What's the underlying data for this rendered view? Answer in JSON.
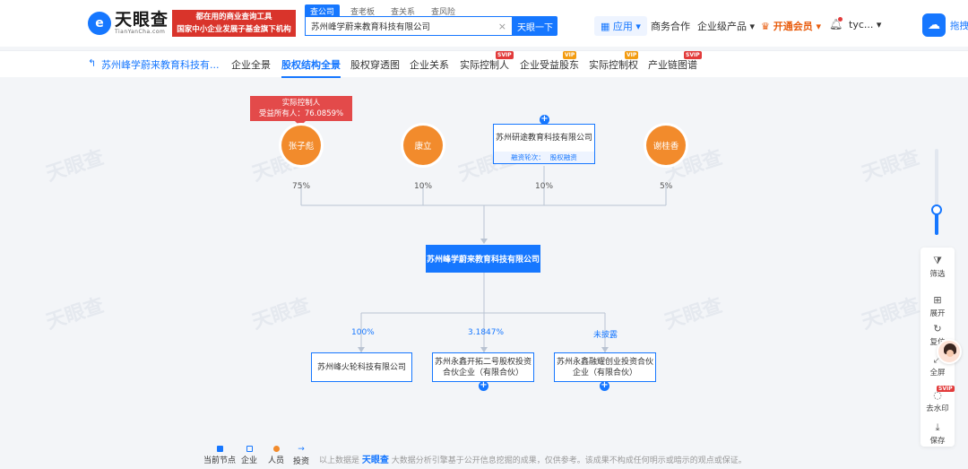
{
  "header": {
    "logo_mark": "e",
    "logo_cn": "天眼查",
    "logo_en": "TianYanCha.com",
    "slogan_line1": "都在用的商业查询工具",
    "slogan_line2": "国家中小企业发展子基金旗下机构",
    "search_tabs": [
      "查公司",
      "查老板",
      "查关系",
      "查风险"
    ],
    "search_value": "苏州峰学蔚来教育科技有限公司",
    "search_clear": "×",
    "search_button": "天眼一下",
    "nav_apps": "应用",
    "nav_business": "商务合作",
    "nav_enterprise": "企业级产品",
    "nav_vip": "开通会员",
    "user": "tyc...",
    "app_download": "拖拽至"
  },
  "subnav": {
    "back_icon": "↰",
    "company": "苏州峰学蔚来教育科技有...",
    "tabs": [
      "企业全景",
      "股权结构全景",
      "股权穿透图",
      "企业关系",
      "实际控制人",
      "企业受益股东",
      "实际控制权",
      "产业链图谱"
    ],
    "badges": {
      "svip": "SVIP",
      "vip": "VIP"
    }
  },
  "graph": {
    "controller_tag_line1": "实际控制人",
    "controller_tag_line2": "受益所有人：76.0859%",
    "shareholders": [
      {
        "name": "张子彪",
        "type": "person",
        "pct": "75%"
      },
      {
        "name": "康立",
        "type": "person",
        "pct": "10%"
      },
      {
        "name": "苏州研途教育科技有限公司",
        "type": "company",
        "pct": "10%",
        "round_label": "融资轮次：",
        "round_value": "股权融资"
      },
      {
        "name": "谢桂香",
        "type": "person",
        "pct": "5%"
      }
    ],
    "center": "苏州峰学蔚来教育科技有限公司",
    "investments": [
      {
        "name": "苏州峰火轮科技有限公司",
        "pct": "100%"
      },
      {
        "name_line1": "苏州永鑫开拓二号股权投资",
        "name_line2": "合伙企业（有限合伙）",
        "pct": "3.1847%"
      },
      {
        "name_line1": "苏州永鑫融耀创业投资合伙",
        "name_line2": "企业（有限合伙）",
        "pct": "未披露"
      }
    ],
    "plus": "+"
  },
  "tools": {
    "filter": "筛选",
    "expand": "展开",
    "reset": "复位",
    "fullscreen": "全屏",
    "watermark": "去水印",
    "watermark_badge": "SVIP",
    "save": "保存"
  },
  "legend": {
    "current": "当前节点",
    "company": "企业",
    "person": "人员",
    "invest": "投资"
  },
  "footer": {
    "prefix": "以上数据是",
    "logo": "天眼查",
    "text": "大数据分析引擎基于公开信息挖掘的成果，仅供参考。该成果不构成任何明示或暗示的观点或保证。"
  },
  "colors": {
    "brand": "#1677ff",
    "person": "#f28b2c",
    "controller": "#e34a4a"
  },
  "watermark_text": "天眼查"
}
